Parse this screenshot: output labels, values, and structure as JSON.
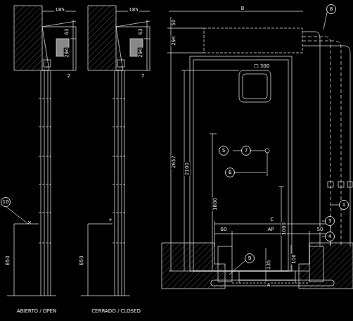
{
  "diagram": {
    "nodes": [
      {
        "text": [
          "8"
        ]
      },
      {
        "text": [
          "5"
        ]
      },
      {
        "text": [
          "7"
        ]
      },
      {
        "text": [
          "6"
        ]
      },
      {
        "text": [
          "1"
        ]
      },
      {
        "text": [
          "10"
        ]
      },
      {
        "text": [
          "3"
        ]
      },
      {
        "text": [
          "4"
        ]
      },
      {
        "text": [
          "9"
        ]
      }
    ],
    "labels": [
      "185",
      "63",
      "294",
      "2",
      "185",
      "63",
      "294",
      "7",
      "850",
      "850",
      "ABIERTO / OPEN",
      "CERRADO / CLOSED",
      "B",
      "50",
      "294",
      "2657",
      "2100",
      "1800",
      "□ 300",
      "1000",
      "100",
      "A",
      "C",
      "60",
      "AP",
      "50",
      "135"
    ]
  }
}
